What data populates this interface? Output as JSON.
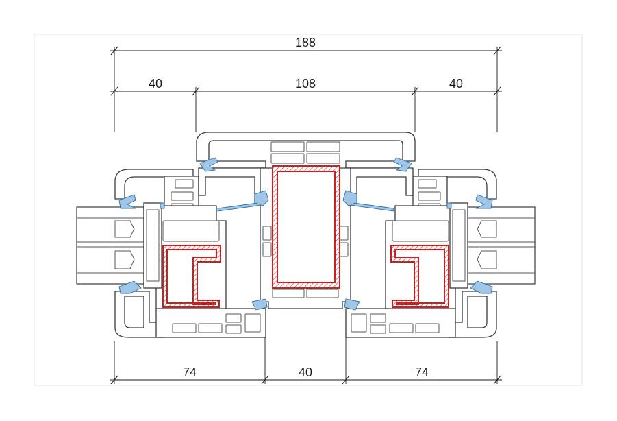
{
  "dimensions": {
    "overall": "188",
    "left_frame": "40",
    "middle": "108",
    "right_frame": "40",
    "bottom_left_sash": "74",
    "bottom_mullion": "40",
    "bottom_right_sash": "74"
  },
  "colors": {
    "steel_reinforcement": "#cc1f1f",
    "gasket": "#9fc6e6",
    "profile_outline": "#3a3a3a"
  }
}
